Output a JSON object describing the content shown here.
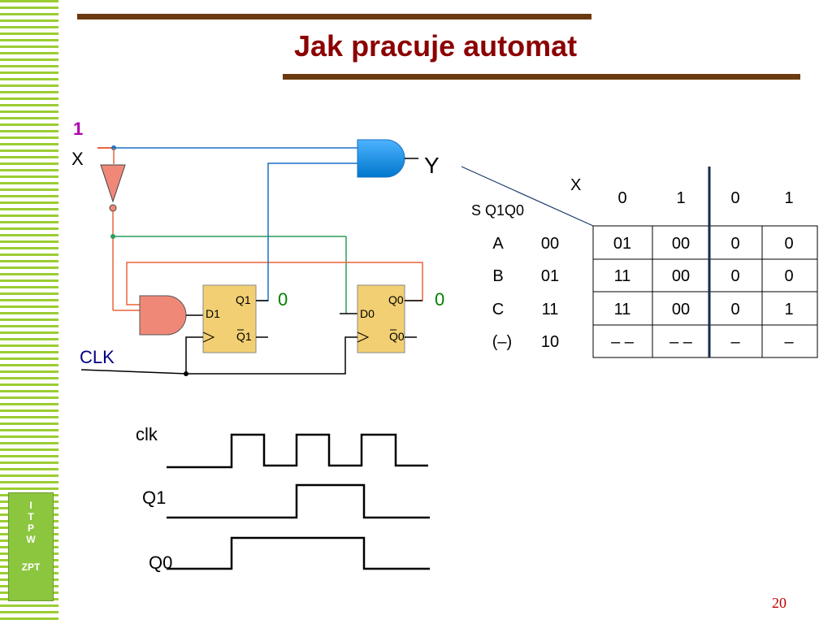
{
  "title": "Jak pracuje automat",
  "page_number": "20",
  "logo": {
    "letters": [
      "I",
      "T",
      "P",
      "W"
    ],
    "subtitle": "ZPT"
  },
  "circuit": {
    "input_one": "1",
    "input_x": "X",
    "output_y": "Y",
    "clk": "CLK",
    "ff1": {
      "d": "D1",
      "q": "Q1",
      "qn": "Q1"
    },
    "ff0": {
      "d": "D0",
      "q": "Q0",
      "qn": "Q0"
    },
    "q1_value": "0",
    "q0_value": "0"
  },
  "table": {
    "x_header": "X",
    "state_header": "S Q1Q0",
    "x_values": [
      "0",
      "1",
      "0",
      "1"
    ],
    "rows": [
      {
        "state": "A",
        "code": "00",
        "cells": [
          "01",
          "00",
          "0",
          "0"
        ]
      },
      {
        "state": "B",
        "code": "01",
        "cells": [
          "11",
          "00",
          "0",
          "0"
        ]
      },
      {
        "state": "C",
        "code": "11",
        "cells": [
          "11",
          "00",
          "0",
          "1"
        ]
      },
      {
        "state": "(–)",
        "code": "10",
        "cells": [
          "– –",
          "– –",
          "–",
          "–"
        ]
      }
    ]
  },
  "timing": {
    "clk_label": "clk",
    "q1_label": "Q1",
    "q0_label": "Q0"
  },
  "colors": {
    "and_gate_blue": "#0088dd",
    "and_gate_salmon": "#f08878",
    "flipflop_fill": "#f2cf72",
    "wire_blue": "#1a6fc4",
    "wire_orange": "#e8643c",
    "wire_green": "#2a9d5a",
    "title_red": "#8b0000",
    "bar_brown": "#6b3a10",
    "sidebar_green": "#9acd32",
    "highlight_magenta": "#b000b0"
  }
}
